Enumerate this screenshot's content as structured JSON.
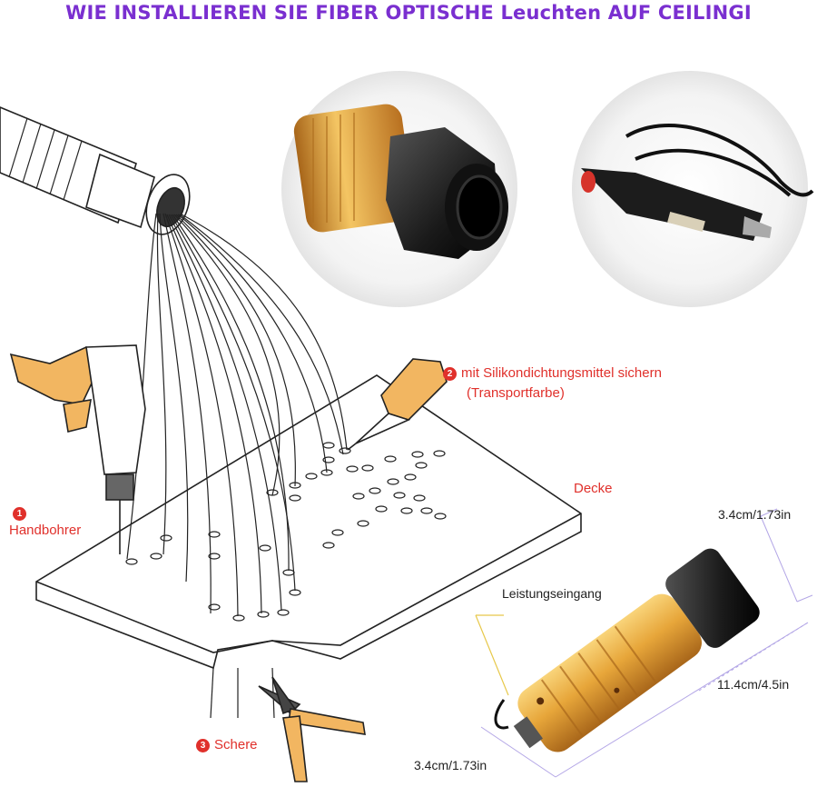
{
  "header": {
    "title": "WIE INSTALLIEREN SIE FIBER OPTISCHE Leuchten AUF CEILINGI"
  },
  "steps": [
    {
      "number": "1",
      "label": "Handbohrer"
    },
    {
      "number": "2",
      "label_line1": "mit Silikondichtungsmittel sichern",
      "label_line2": "(Transportfarbe)"
    },
    {
      "number": "3",
      "label": "Schere"
    }
  ],
  "ceiling_label": "Decke",
  "power_input_label": "Leistungseingang",
  "dimensions": {
    "top_width": "3.4cm/1.73in",
    "length": "11.4cm/4.5in",
    "bottom_width": "3.4cm/1.73in"
  },
  "colors": {
    "title": "#7a2fd0",
    "step_red": "#e0302b",
    "gold": "#e2a23c",
    "tool_orange": "#f2b661"
  }
}
